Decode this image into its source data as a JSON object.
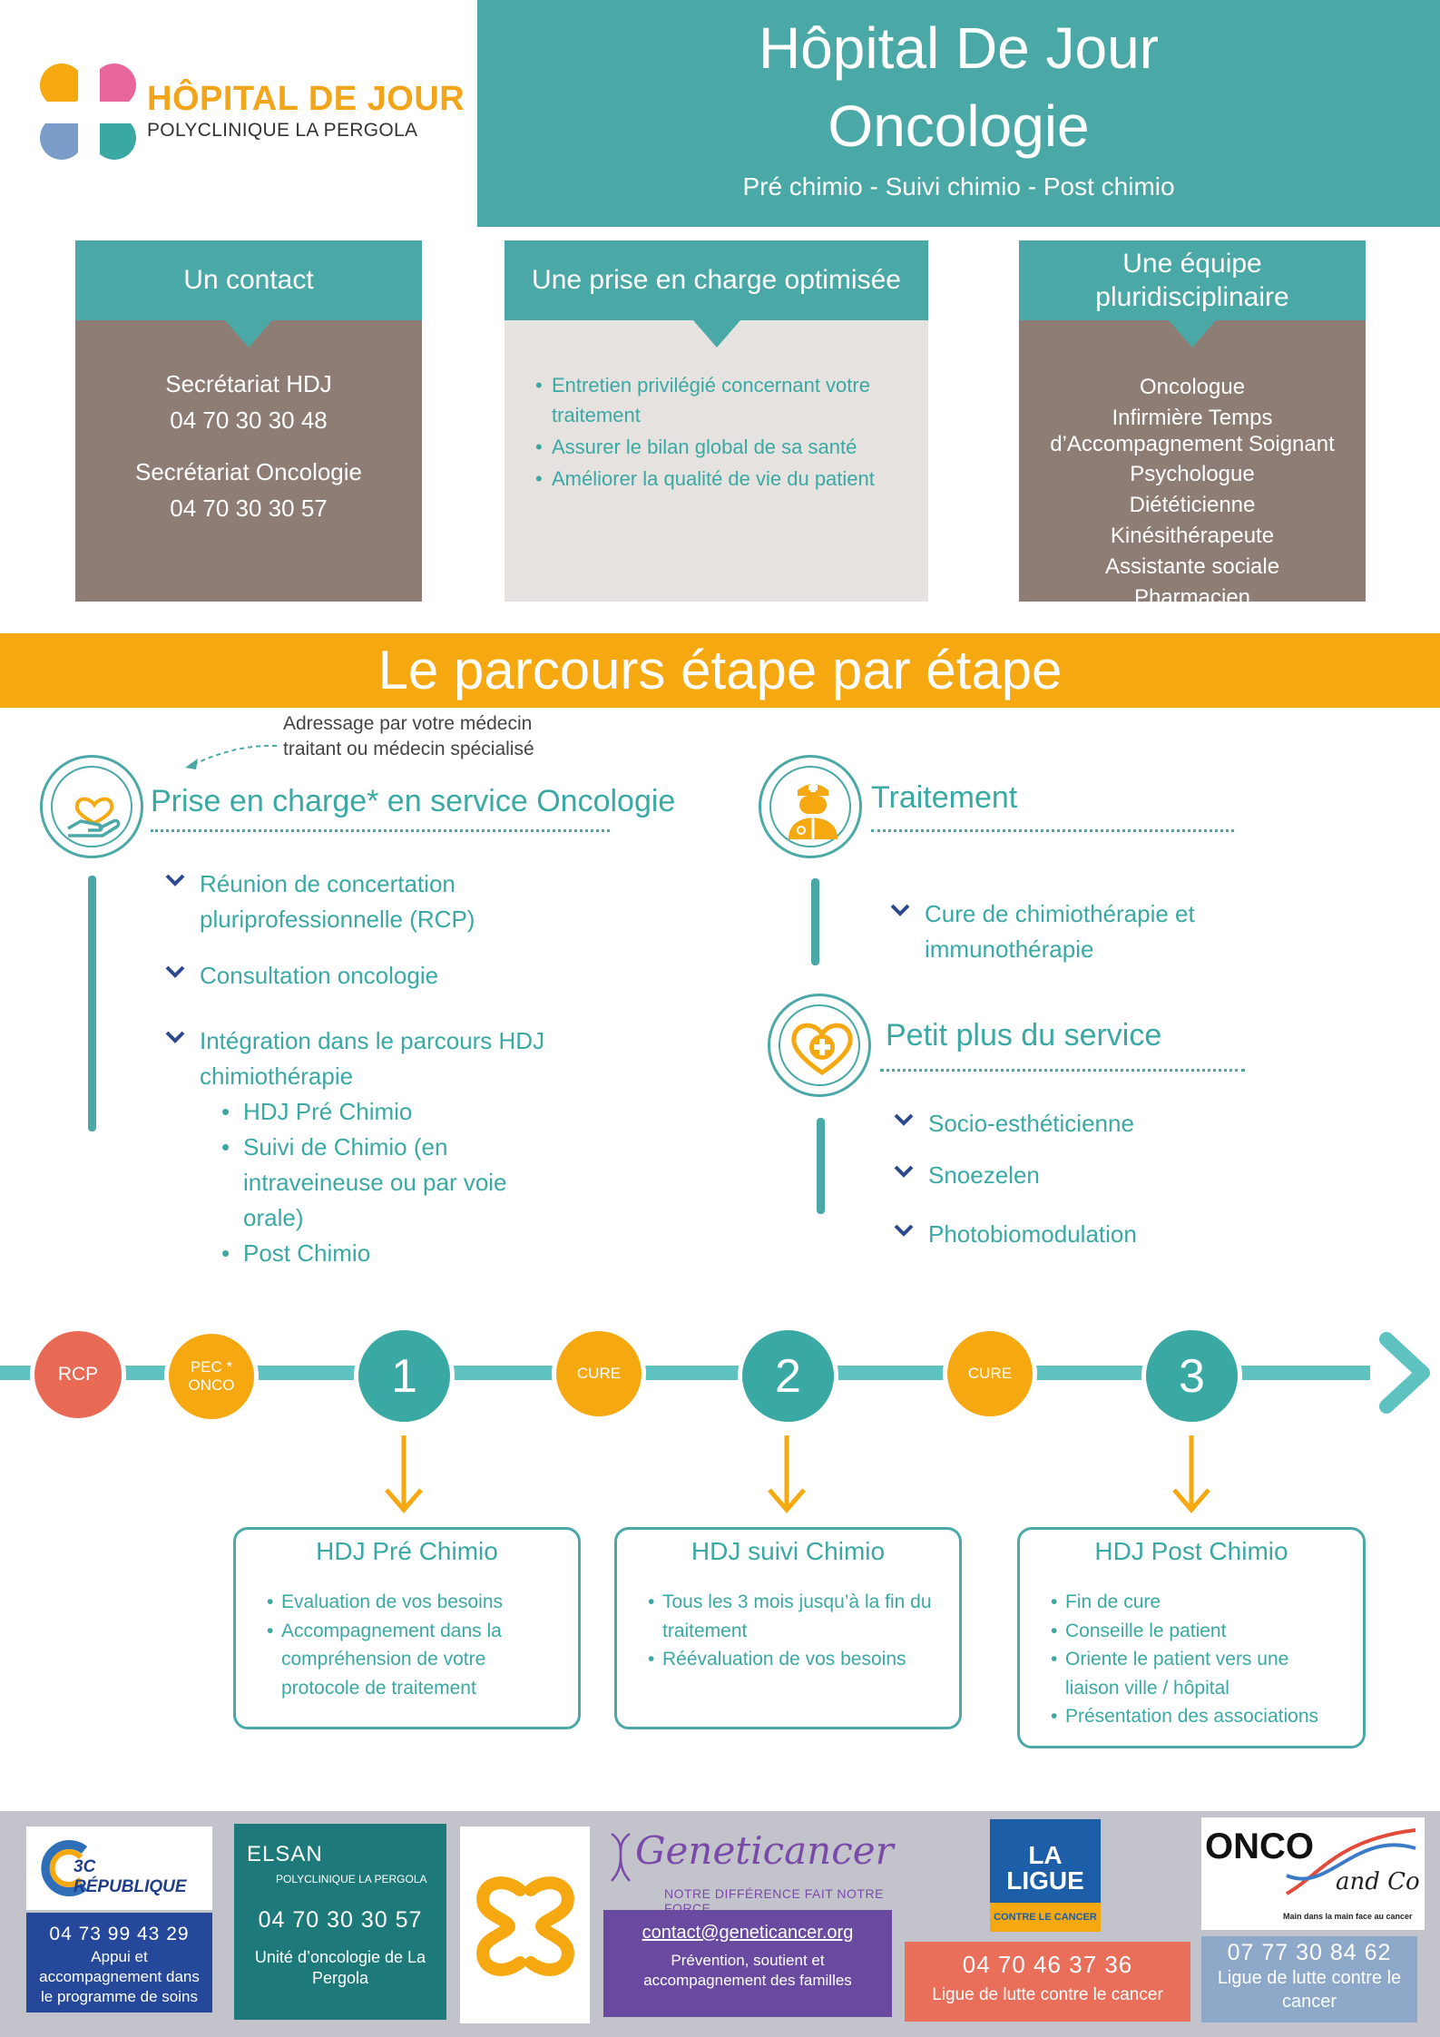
{
  "header": {
    "logo_title": "HÔPITAL DE JOUR",
    "logo_sub": "POLYCLINIQUE LA PERGOLA",
    "title_line1": "Hôpital De Jour",
    "title_line2": "Oncologie",
    "subtitle": "Pré chimio - Suivi chimio - Post chimio"
  },
  "info_boxes": {
    "contact": {
      "title": "Un contact",
      "label1": "Secrétariat HDJ",
      "phone1": "04 70 30 30 48",
      "label2": "Secrétariat Oncologie",
      "phone2": "04 70 30 30 57"
    },
    "prise": {
      "title": "Une prise en charge optimisée",
      "items": [
        "Entretien privilégié concernant votre traitement",
        "Assurer le bilan global de sa santé",
        "Améliorer la qualité de vie du patient"
      ]
    },
    "equipe": {
      "title": "Une équipe pluridisciplinaire",
      "members": [
        "Oncologue",
        "Infirmière Temps d’Accompagnement Soignant",
        "Psychologue",
        "Diététicienne",
        "Kinésithérapeute",
        "Assistante sociale",
        "Pharmacien"
      ]
    }
  },
  "banner": "Le parcours étape par étape",
  "parcours": {
    "adressage": "Adressage par votre médecin traitant ou médecin spécialisé",
    "prise_title": "Prise en charge* en service Oncologie",
    "prise_items": [
      "Réunion de concertation pluriprofessionnelle (RCP)",
      "Consultation oncologie",
      "Intégration dans le parcours HDJ chimiothérapie"
    ],
    "prise_subitems": [
      "HDJ Pré Chimio",
      "Suivi de Chimio (en intraveineuse ou par voie orale)",
      "Post Chimio"
    ],
    "traitement_title": "Traitement",
    "traitement_items": [
      "Cure de chimiothérapie et immunothérapie"
    ],
    "plus_title": "Petit plus du service",
    "plus_items": [
      "Socio-esthéticienne",
      "Snoezelen",
      "Photobiomodulation"
    ]
  },
  "timeline": {
    "rcp": "RCP",
    "pec_line1": "PEC *",
    "pec_line2": "ONCO",
    "step1": "1",
    "cure1": "CURE",
    "step2": "2",
    "cure2": "CURE",
    "step3": "3"
  },
  "steps": [
    {
      "title": "HDJ Pré Chimio",
      "items": [
        "Evaluation de vos besoins",
        "Accompagnement dans la compréhension de  votre protocole de traitement"
      ]
    },
    {
      "title": "HDJ suivi Chimio",
      "items": [
        "Tous les 3 mois jusqu’à la fin du traitement",
        "Réévaluation de vos besoins"
      ]
    },
    {
      "title": "HDJ Post Chimio",
      "items": [
        "Fin de cure",
        "Conseille le patient",
        "Oriente le patient vers une liaison ville / hôpital",
        "Présentation des associations"
      ]
    }
  ],
  "footer": {
    "c3": {
      "logo": "3C RÉPUBLIQUE",
      "phone": "04 73 99 43 29",
      "desc": "Appui et accompagnement dans le programme de soins"
    },
    "elsan": {
      "logo": "ELSAN",
      "logo_sub": "POLYCLINIQUE LA PERGOLA",
      "phone": "04 70 30 30 57",
      "desc": "Unité d’oncologie de La Pergola"
    },
    "geneticancer": {
      "logo": "Geneticancer",
      "tagline": "NOTRE DIFFÉRENCE FAIT NOTRE FORCE",
      "email": "contact@geneticancer.org",
      "desc": "Prévention, soutient et accompagnement des familles"
    },
    "ligue": {
      "logo": "LA LIGUE",
      "logo_sub": "CONTRE LE CANCER",
      "phone": "04 70 46 37 36",
      "desc": "Ligue de lutte contre le cancer"
    },
    "onco": {
      "logo": "ONCO",
      "logo2": "and Co",
      "tag": "Main dans la main face au cancer",
      "phone": "07 77 30 84 62",
      "desc": "Ligue de lutte contre le cancer"
    }
  },
  "colors": {
    "teal": "#4aa9a6",
    "orange": "#f5a810",
    "brown": "#8d7d74",
    "grey": "#e5e2e0",
    "coral": "#e86a55"
  }
}
